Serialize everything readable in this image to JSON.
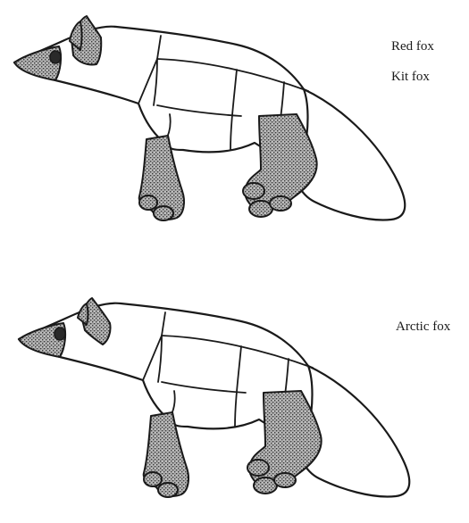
{
  "labels": {
    "red_fox": "Red fox",
    "kit_fox": "Kit fox",
    "arctic_fox": "Arctic fox"
  },
  "colors": {
    "line": "#1a1a1a",
    "shading": "#9a9a9a",
    "background": "#ffffff"
  }
}
